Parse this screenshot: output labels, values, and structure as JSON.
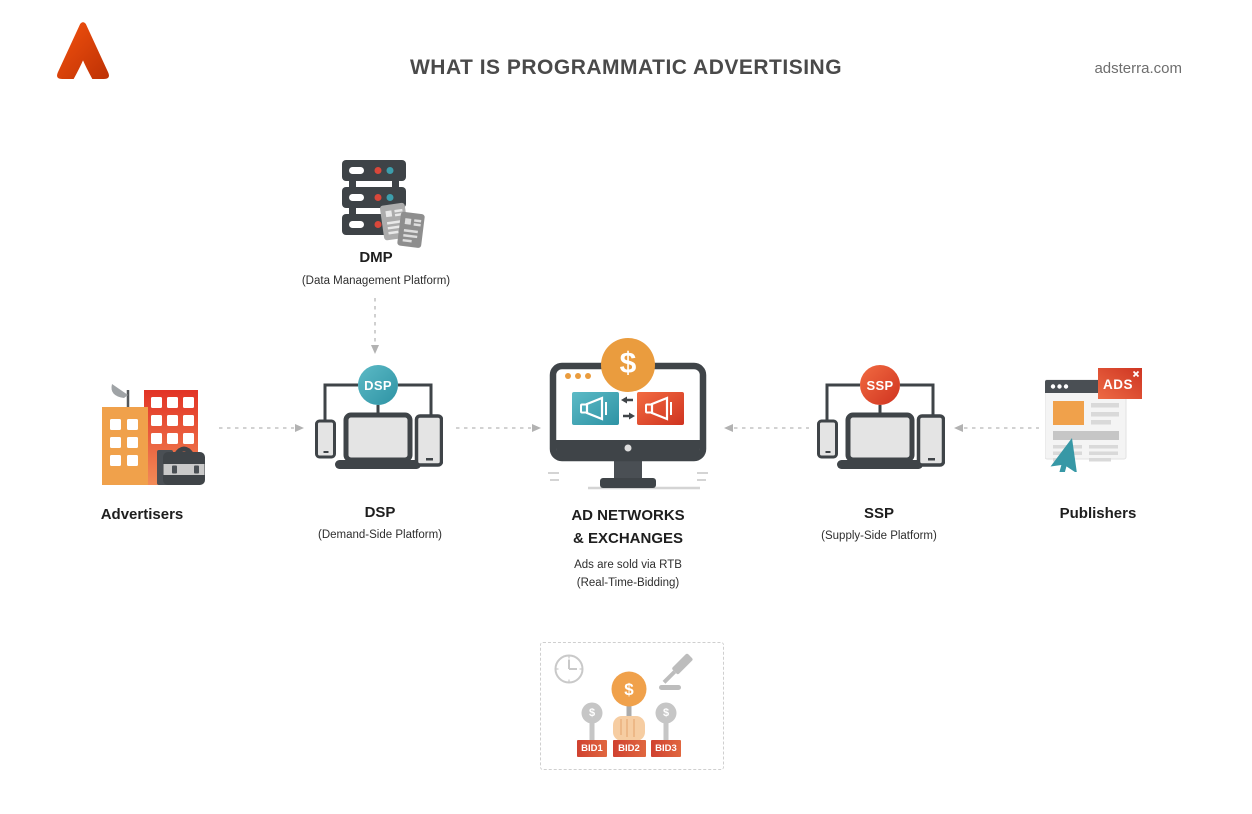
{
  "header": {
    "title": "WHAT IS PROGRAMMATIC ADVERTISING",
    "site": "adsterra.com"
  },
  "nodes": {
    "dmp": {
      "label": "DMP",
      "sublabel": "(Data Management Platform)"
    },
    "advertisers": {
      "label": "Advertisers"
    },
    "dsp": {
      "badge": "DSP",
      "label": "DSP",
      "sublabel": "(Demand-Side Platform)"
    },
    "ad_networks": {
      "title_line1": "AD NETWORKS",
      "title_line2": "& EXCHANGES",
      "note_line1": "Ads are sold via RTB",
      "note_line2": "(Real-Time-Bidding)",
      "dollar": "$"
    },
    "ssp": {
      "badge": "SSP",
      "label": "SSP",
      "sublabel": "(Supply-Side Platform)"
    },
    "publishers": {
      "label": "Publishers",
      "ads_banner": "ADS"
    }
  },
  "bidding": {
    "dollar": "$",
    "bids": [
      {
        "label": "BID1"
      },
      {
        "label": "BID2"
      },
      {
        "label": "BID3"
      }
    ]
  },
  "colors": {
    "brand_red": "#e8430f",
    "accent_orange": "#efa04b",
    "teal": "#3fa3b2",
    "red": "#dd3e28",
    "dark_gray": "#3f4448",
    "title_gray": "#4a4a4a",
    "arrow_gray": "#c4c4c4",
    "bid_red": "#d64530"
  }
}
